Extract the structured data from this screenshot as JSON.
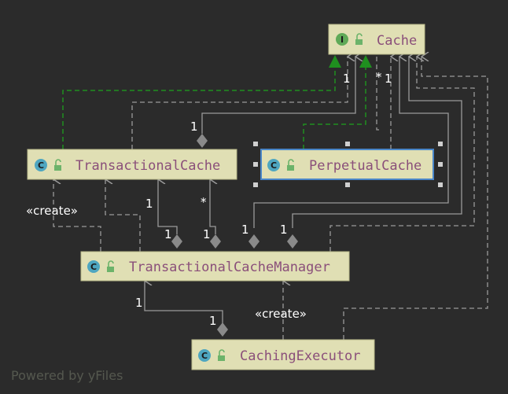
{
  "diagram": {
    "nodes": {
      "cache": {
        "name": "Cache",
        "kind": "interface",
        "badge": "I"
      },
      "transactional_cache": {
        "name": "TransactionalCache",
        "kind": "class",
        "badge": "C"
      },
      "perpetual_cache": {
        "name": "PerpetualCache",
        "kind": "class",
        "badge": "C",
        "selected": true
      },
      "tx_cache_manager": {
        "name": "TransactionalCacheManager",
        "kind": "class",
        "badge": "C"
      },
      "caching_executor": {
        "name": "CachingExecutor",
        "kind": "class",
        "badge": "C"
      }
    },
    "multiplicities": {
      "cache_tc_top": "1",
      "tc_to_cache": "1",
      "cache_star": "*",
      "cache_one": "1",
      "tc_left": "1",
      "tc_star": "*",
      "tcm_a": "1",
      "tcm_b": "1",
      "tcm_c": "1",
      "tcm_d": "1",
      "tcm_left": "1",
      "ce_one": "1"
    },
    "stereotypes": {
      "create_left": "«create»",
      "create_bottom": "«create»"
    },
    "watermark": "Powered by yFiles",
    "colors": {
      "background": "#2b2b2b",
      "node_fill": "#e0dfb4",
      "node_text": "#8a4f7a",
      "class_badge": "#4ea6c0",
      "interface_badge": "#5faa58",
      "lock": "#6cb36a",
      "realization": "#1f8f1f",
      "edge": "#9a9a9a",
      "selection": "#4a86c8"
    }
  }
}
